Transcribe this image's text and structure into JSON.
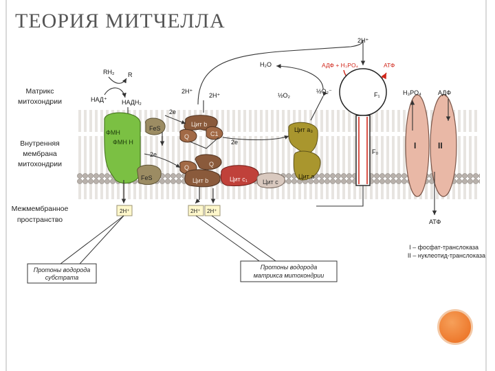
{
  "slide": {
    "title": "ТЕОРИЯ МИТЧЕЛЛА"
  },
  "regions": {
    "matrix": "Матрикс митохондрии",
    "inner_membrane": "Внутренняя мембрана митохондрии",
    "intermembrane": "Межмембранное пространство"
  },
  "labels": {
    "two_h_top": "2H⁺",
    "h2o": "H₂O",
    "adf_h3po4": "АДФ + H₃PO₄",
    "atf_top": "АТФ",
    "rh2": "RH₂",
    "r": "R",
    "nad": "НАД⁺",
    "nadh2": "НАДН₂",
    "two_h_a": "2H⁺",
    "two_h_b": "2H⁺",
    "half_o2": "½O₂",
    "half_o2_ion": "½O₂⁻",
    "f1": "F₁",
    "h3po4": "H₃PO₄",
    "adf": "АДФ",
    "two_e_a": "2e",
    "two_e_b": "2e",
    "two_e_c": "2e",
    "fmn": "ФМН",
    "fmnh": "ФМН Н",
    "fes_a": "FeS",
    "fes_b": "FeS",
    "tsit_b_a": "Цит b",
    "tsit_b_b": "Цит b",
    "q_a": "Q",
    "q_b": "Q",
    "c1": "C1",
    "tsit_c1": "Цит c₁",
    "tsit_c": "Цит c",
    "tsit_a": "Цит a",
    "tsit_a3": "Цит a₃",
    "f0": "F₀",
    "trans_i": "I",
    "trans_ii": "II",
    "two_h_left": "2H⁺",
    "two_h_mid_a": "2H⁺",
    "two_h_mid_b": "2H⁺",
    "atf_bottom": "АТФ"
  },
  "notes": {
    "substrate_protons": "Протоны водорода субстрата",
    "matrix_protons": "Протоны водорода матрикса митохондрии"
  },
  "legend": {
    "line1": "I – фосфат-транслоказа",
    "line2": "II – нуклеотид-транслоказа"
  },
  "colors": {
    "membrane_head": "#b8b1ab",
    "membrane_tail": "#cfc9c2",
    "complex1": "#7bc043",
    "iron_sulfur": "#9c8c63",
    "cytochrome_b": "#8a5a3b",
    "cytochrome_c": "#c0413a",
    "cytochrome_a": "#a9962e",
    "translocase": "#e9b8a6",
    "arrow_red": "#d0261a",
    "accent_orange": "#ea6a1b"
  }
}
